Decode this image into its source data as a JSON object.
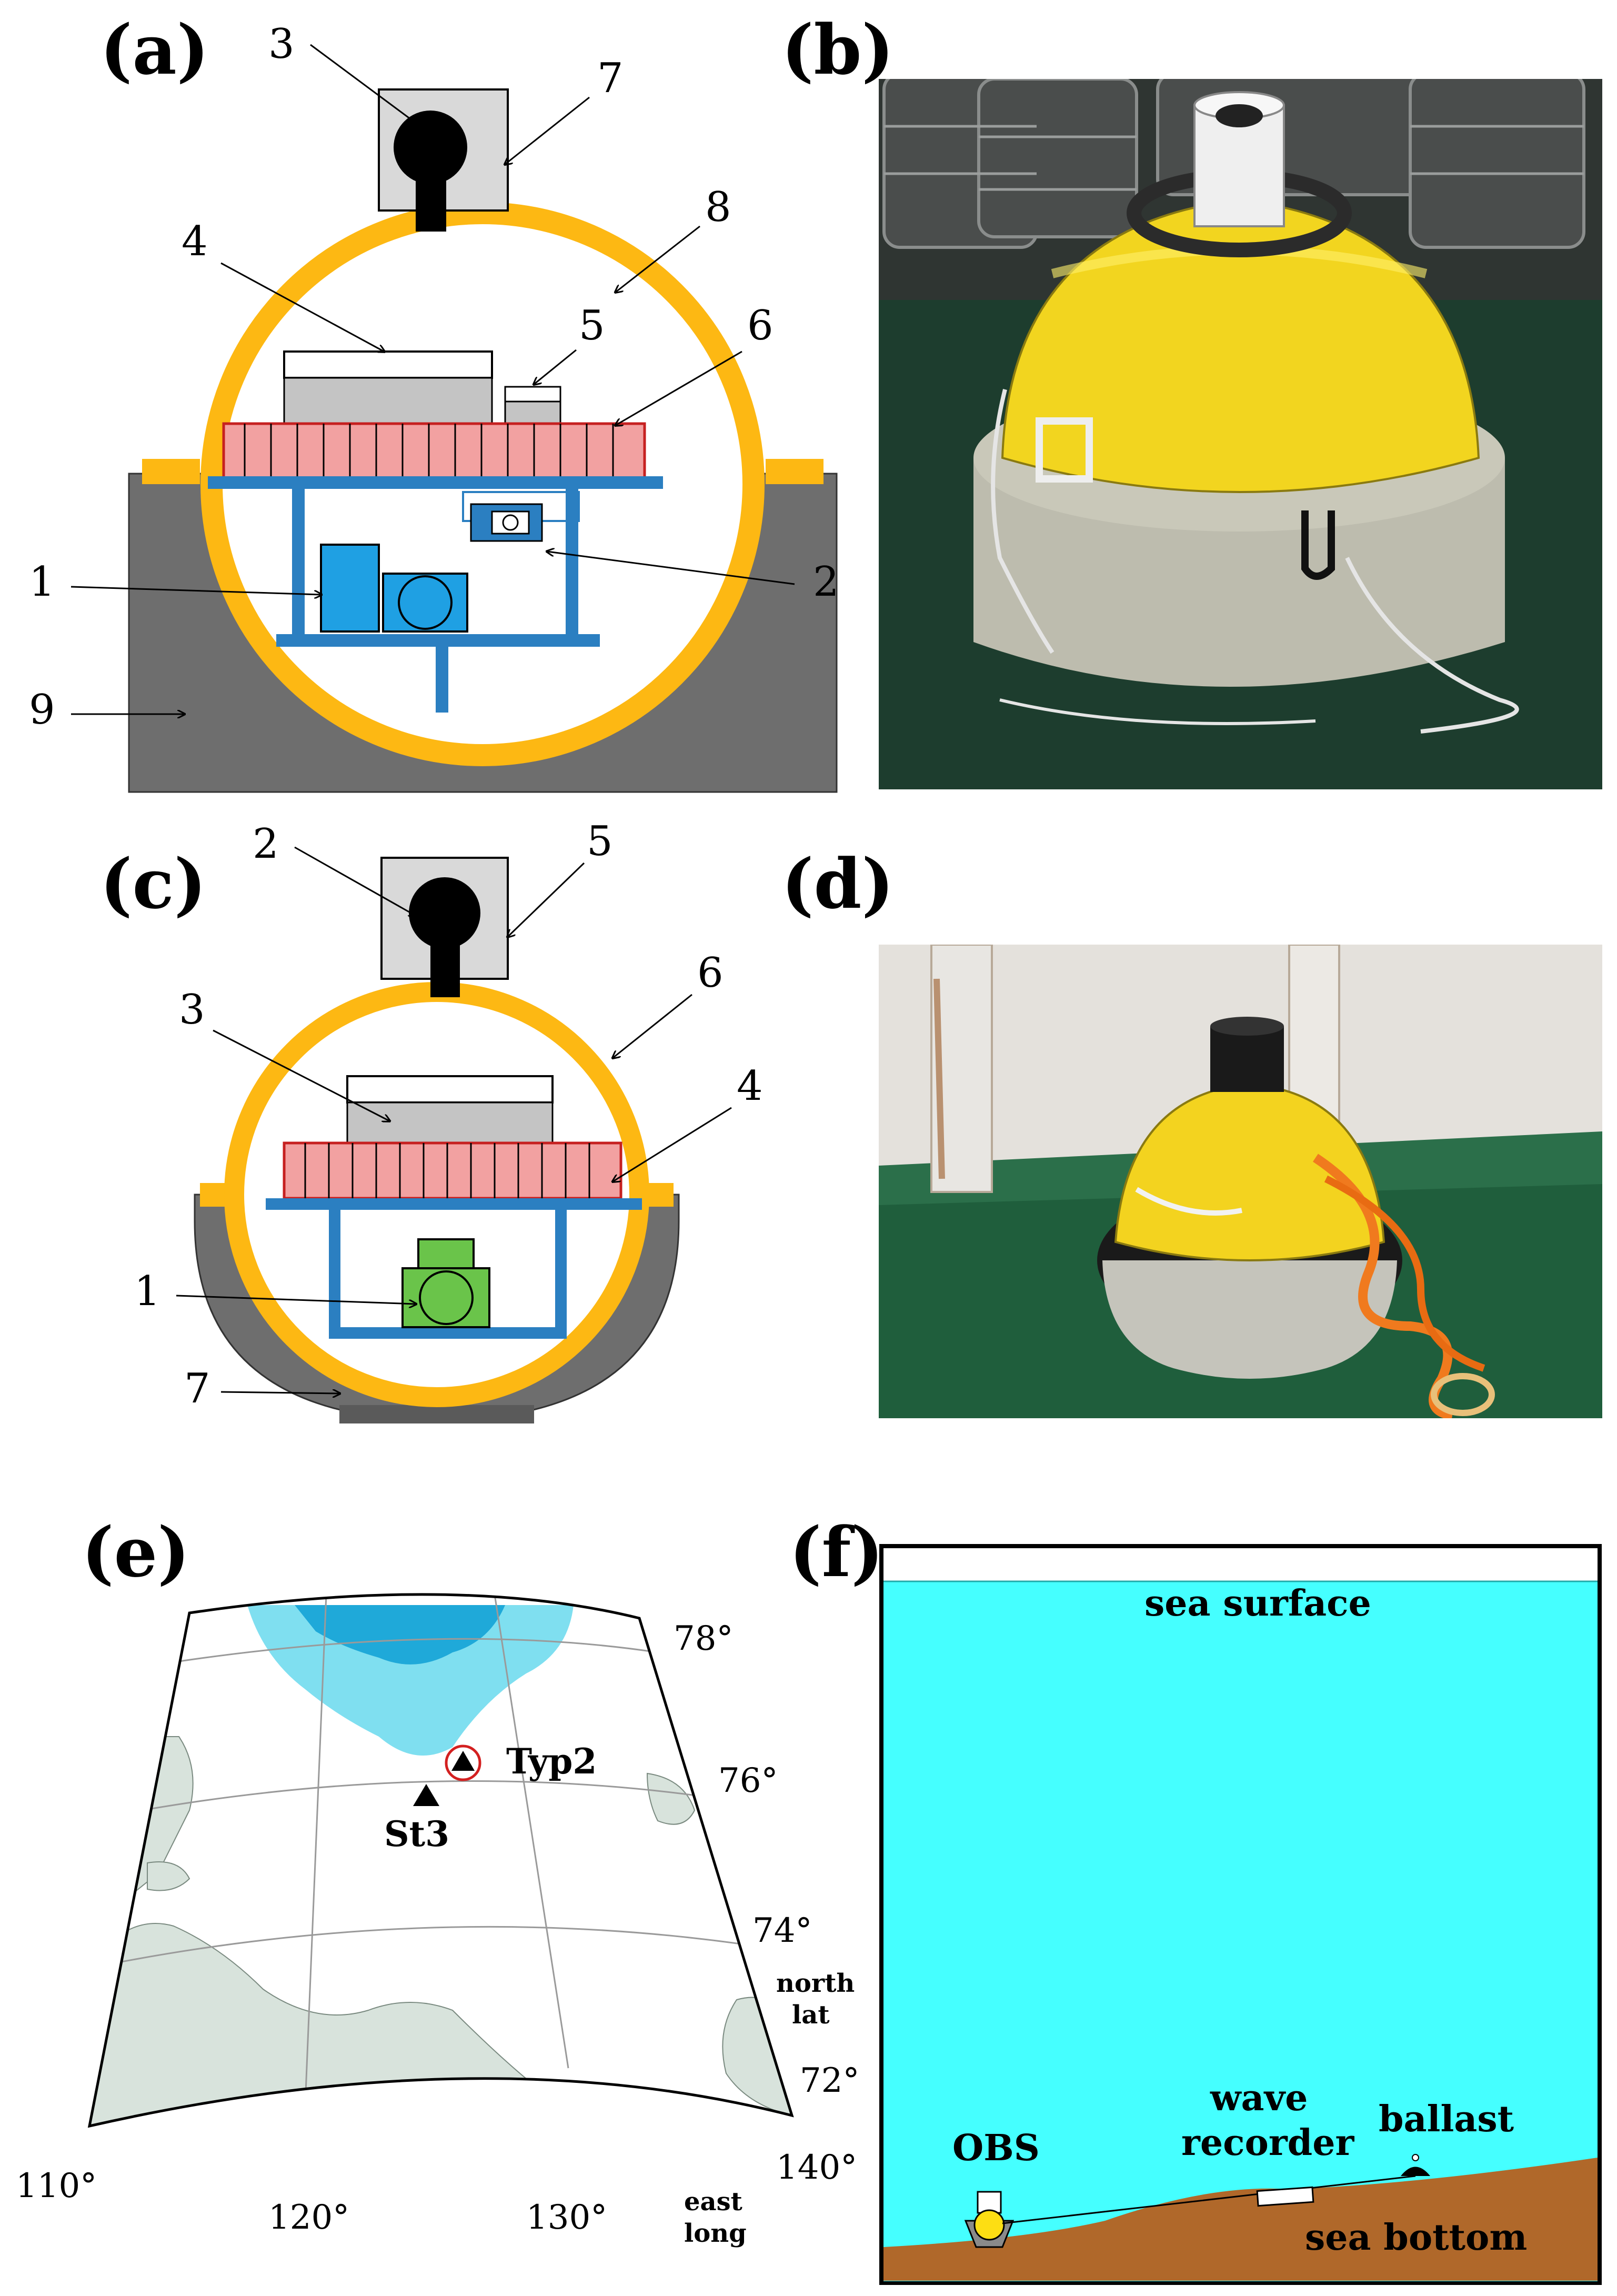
{
  "colors": {
    "float_yellow": "#fdb813",
    "ballast_gray": "#6e6e6e",
    "frame_blue": "#2b7fc1",
    "battery_pink": "#f2a1a1",
    "sensor_green": "#6ac44a",
    "water_cyan": "#45ffff",
    "seabed_brown": "#b0682a",
    "land_green": "#d8e3dc",
    "ice_light": "#7fdff0",
    "ice_dark": "#1fa9d9"
  },
  "panel_a": {
    "label": "(a)",
    "callouts": [
      "1",
      "2",
      "3",
      "4",
      "5",
      "6",
      "7",
      "8",
      "9"
    ]
  },
  "panel_b": {
    "label": "(b)",
    "photo": "yellow-glass-sphere-obs-on-concrete-ballast"
  },
  "panel_c": {
    "label": "(c)",
    "callouts": [
      "1",
      "2",
      "3",
      "4",
      "5",
      "6",
      "7"
    ]
  },
  "panel_d": {
    "label": "(d)",
    "photo": "yellow-sphere-obs-on-deck-with-orange-rope"
  },
  "panel_e": {
    "label": "(e)",
    "lat_labels": [
      "78°",
      "76°",
      "74°",
      "72°"
    ],
    "lon_labels": [
      "110°",
      "120°",
      "130°",
      "140°"
    ],
    "lat_caption": [
      "north",
      "lat"
    ],
    "lon_caption": [
      "east",
      "long"
    ],
    "stations": [
      {
        "name": "Typ2",
        "lat": 76.4,
        "lon": 126.0,
        "marked": true
      },
      {
        "name": "St3",
        "lat": 75.9,
        "lon": 124.5,
        "marked": false
      }
    ]
  },
  "panel_f": {
    "label": "(f)",
    "sea_surface": "sea surface",
    "sea_bottom": "sea bottom",
    "obs": "OBS",
    "wave_recorder": [
      "wave",
      "recorder"
    ],
    "ballast": "ballast"
  }
}
